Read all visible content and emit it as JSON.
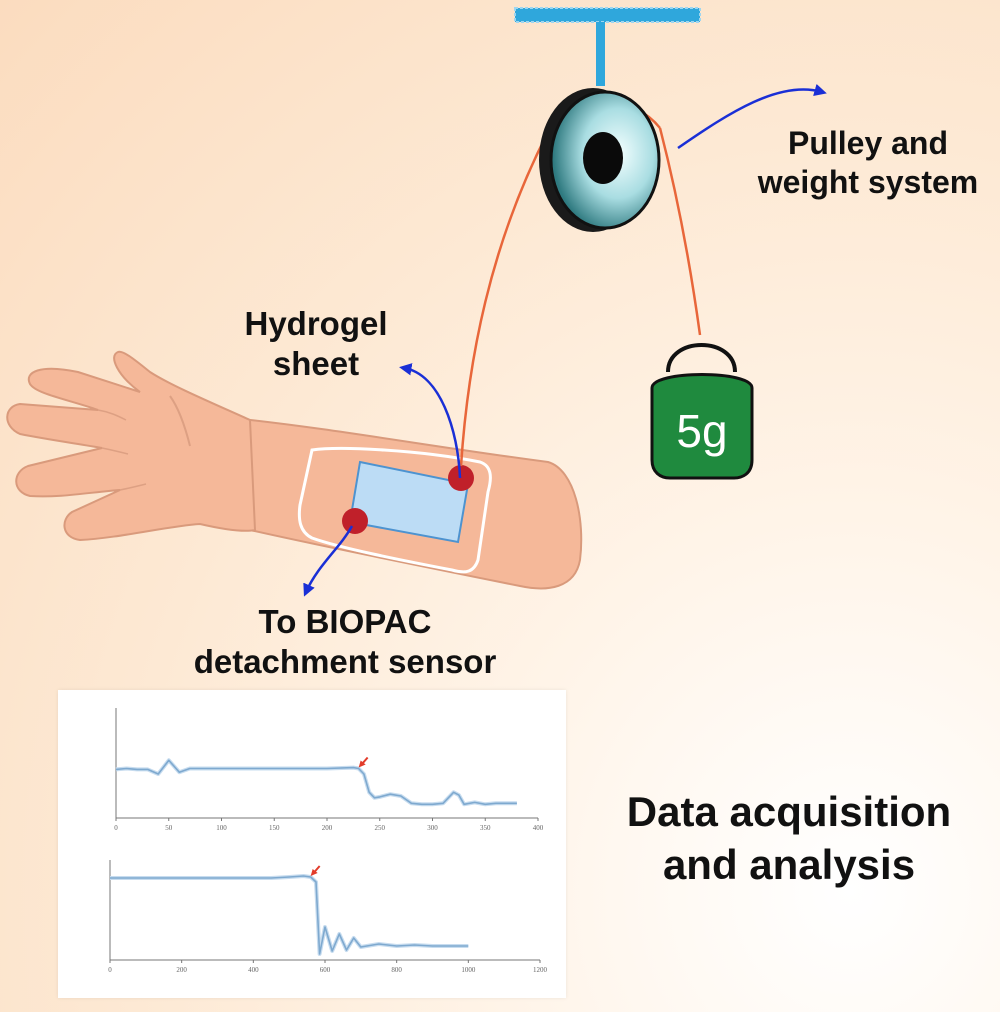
{
  "labels": {
    "pulley_line1": "Pulley and",
    "pulley_line2": "weight system",
    "hydrogel_line1": "Hydrogel",
    "hydrogel_line2": "sheet",
    "biopac_line1": "To BIOPAC",
    "biopac_line2": "detachment sensor",
    "data_line1": "Data acquisition",
    "data_line2": "and analysis"
  },
  "weight": {
    "label": "5g"
  },
  "colors": {
    "string": "#e8663a",
    "arrow": "#1a2fd6",
    "electrode": "#c0202a",
    "hydrogel": "#bcdcf5",
    "weight": "#1f8a3e",
    "skin": "#f5b899",
    "ceiling": "#2fa7dc",
    "trace": "#7ea9cf",
    "marker": "#e23b2a"
  },
  "chart_data": [
    {
      "type": "line",
      "panel": "a",
      "x": [
        0,
        10,
        20,
        30,
        40,
        50,
        60,
        70,
        80,
        100,
        150,
        200,
        225,
        230,
        235,
        240,
        245,
        250,
        260,
        270,
        280,
        290,
        300,
        310,
        320,
        325,
        330,
        340,
        350,
        360,
        380
      ],
      "y": [
        1.33,
        1.34,
        1.33,
        1.33,
        1.28,
        1.43,
        1.3,
        1.34,
        1.34,
        1.34,
        1.34,
        1.34,
        1.35,
        1.34,
        1.28,
        1.08,
        1.02,
        1.03,
        1.06,
        1.04,
        0.96,
        0.95,
        0.95,
        0.96,
        1.08,
        1.05,
        0.95,
        0.97,
        0.95,
        0.96,
        0.96
      ],
      "xticks": [
        "0",
        "50",
        "100",
        "150",
        "200",
        "250",
        "300",
        "350",
        "400"
      ],
      "xlim": [
        0,
        400
      ],
      "ylim": [
        0.8,
        2.0
      ],
      "marker_x": 230
    },
    {
      "type": "line",
      "panel": "b",
      "x": [
        0,
        100,
        200,
        300,
        400,
        450,
        500,
        540,
        560,
        575,
        585,
        600,
        620,
        640,
        660,
        680,
        700,
        750,
        800,
        850,
        900,
        1000
      ],
      "y": [
        8.2,
        8.2,
        8.2,
        8.2,
        8.2,
        8.2,
        8.3,
        8.4,
        8.3,
        7.8,
        0.6,
        3.3,
        0.9,
        2.6,
        1.0,
        2.2,
        1.3,
        1.6,
        1.4,
        1.5,
        1.4,
        1.4
      ],
      "xticks": [
        "0",
        "200",
        "400",
        "600",
        "800",
        "1000",
        "1200"
      ],
      "xlim": [
        0,
        1200
      ],
      "ylim": [
        0,
        10
      ],
      "marker_x": 560
    }
  ]
}
